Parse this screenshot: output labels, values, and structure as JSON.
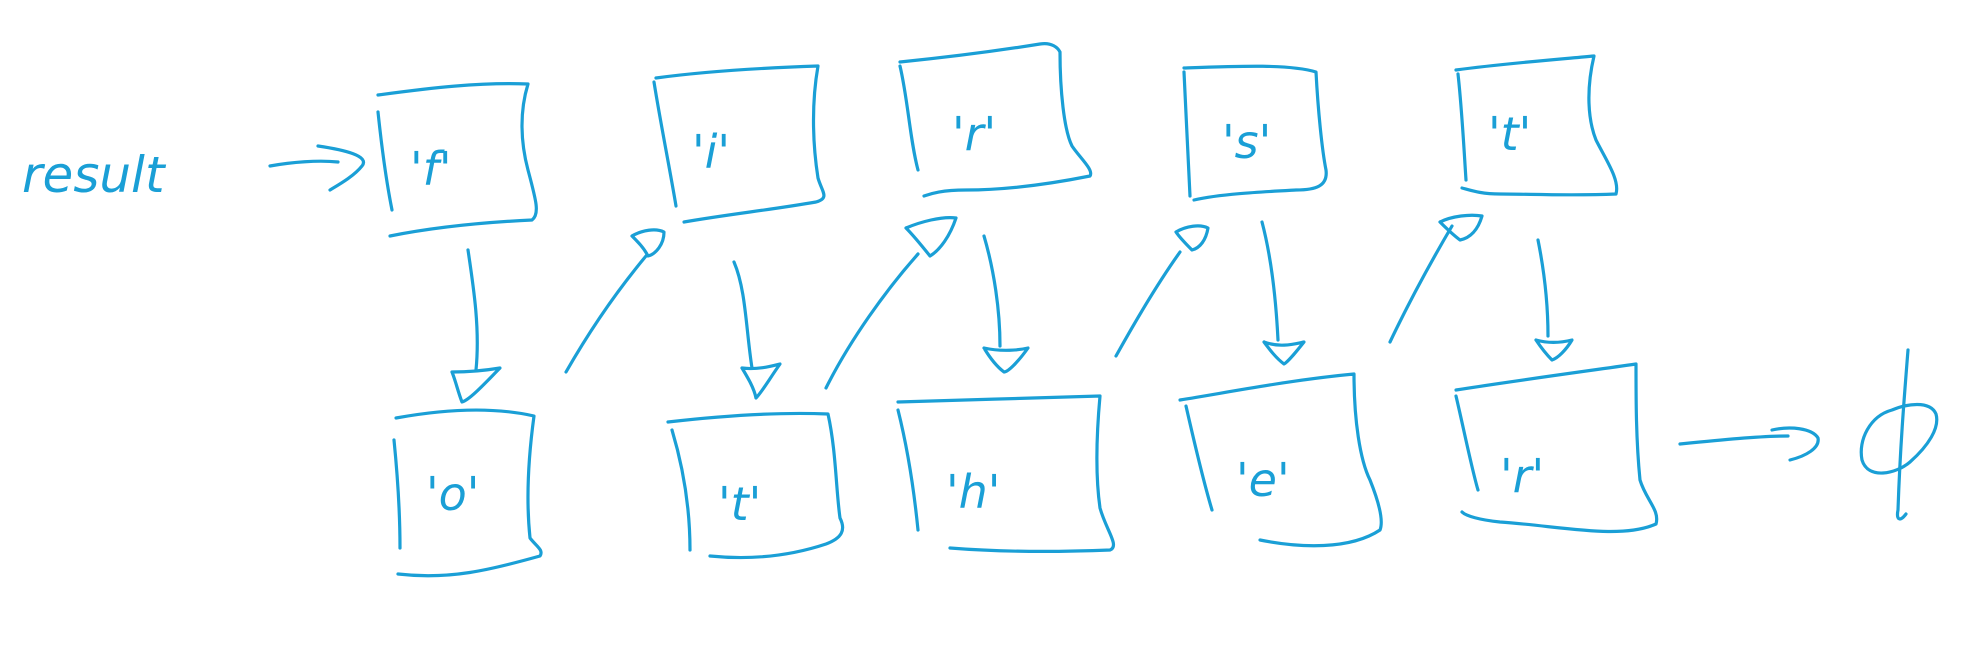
{
  "diagram": {
    "result_label": "result",
    "null_symbol": "ϕ",
    "ink_color": "#1a9fd6",
    "nodes": [
      {
        "label": "'f'"
      },
      {
        "label": "'o'"
      },
      {
        "label": "'i'"
      },
      {
        "label": "'t'"
      },
      {
        "label": "'r'"
      },
      {
        "label": "'h'"
      },
      {
        "label": "'s'"
      },
      {
        "label": "'e'"
      },
      {
        "label": "'t'"
      },
      {
        "label": "'r'"
      }
    ]
  }
}
